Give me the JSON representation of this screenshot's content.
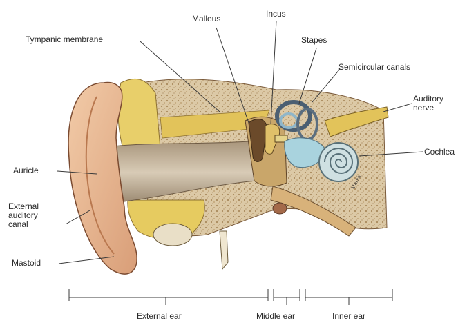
{
  "labels": {
    "tympanic_membrane": "Tympanic membrane",
    "malleus": "Malleus",
    "incus": "Incus",
    "stapes": "Stapes",
    "semicircular_canals": "Semicircular canals",
    "auditory_nerve_line1": "Auditory",
    "auditory_nerve_line2": "nerve",
    "cochlea": "Cochlea",
    "auricle": "Auricle",
    "external_auditory_canal_line1": "External",
    "external_auditory_canal_line2": "auditory",
    "external_auditory_canal_line3": "canal",
    "mastoid": "Mastoid",
    "external_ear": "External ear",
    "middle_ear": "Middle ear",
    "inner_ear": "Inner ear"
  },
  "signature": "Marsh"
}
